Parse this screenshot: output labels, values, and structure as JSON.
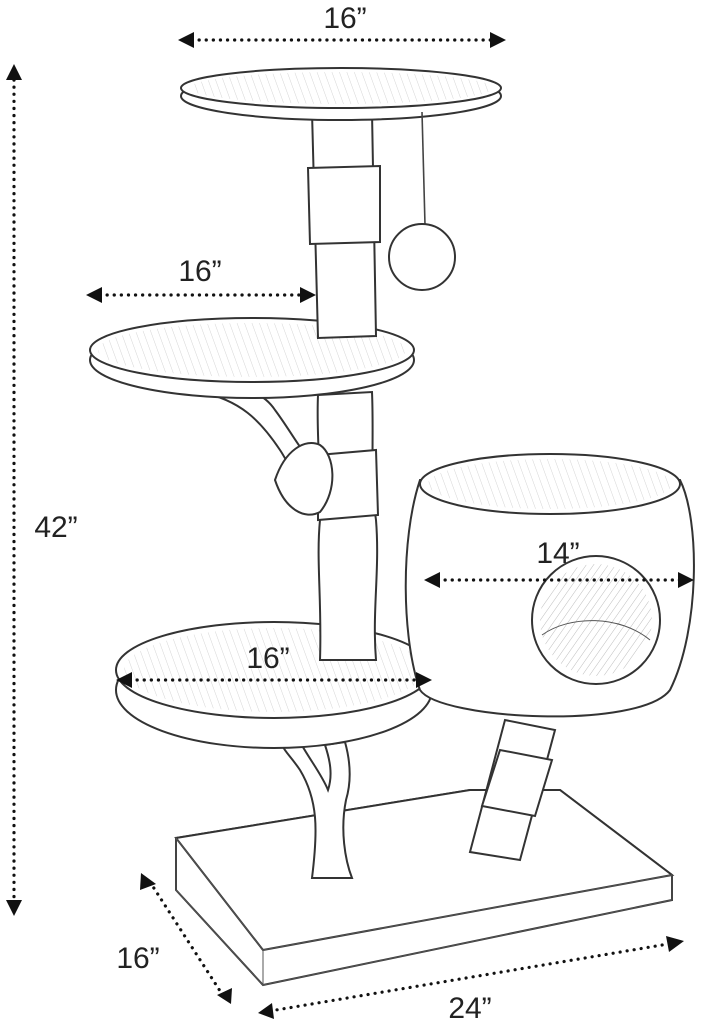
{
  "dimensions": {
    "top_platform_width": "16”",
    "middle_platform_width": "16”",
    "lower_platform_width": "16”",
    "condo_width": "14”",
    "overall_height": "42”",
    "base_depth": "16”",
    "base_width": "24”"
  },
  "colors": {
    "ink": "#333333",
    "dimension": "#111111",
    "background": "#ffffff"
  }
}
